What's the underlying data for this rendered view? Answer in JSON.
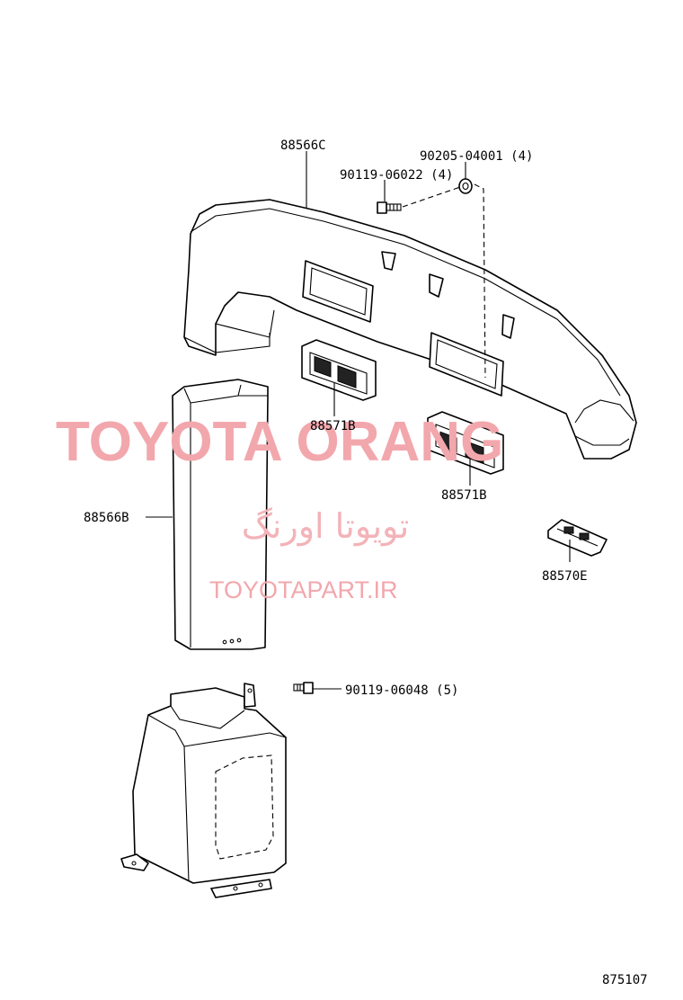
{
  "labels": {
    "duct_upper": "88566C",
    "nut": "90205-04001 (4)",
    "bolt_upper": "90119-06022 (4)",
    "register_left": "88571B",
    "register_right": "88571B",
    "duct_side": "88566B",
    "register_small": "88570E",
    "bolt_lower": "90119-06048 (5)",
    "figure_number": "875107"
  },
  "watermark": {
    "brand": "TOYOTA ORANG",
    "persian": "تویوتا اورنگ",
    "url": "TOYOTAPART.IR",
    "color": "#f2a7ad"
  }
}
